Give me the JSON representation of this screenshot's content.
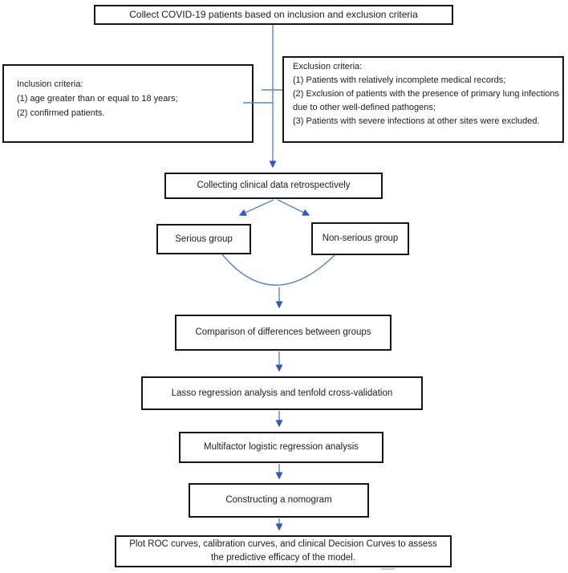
{
  "boxes": {
    "collect": {
      "text": "Collect COVID-19 patients based on inclusion and exclusion criteria"
    },
    "inclusion": {
      "title": "Inclusion criteria:",
      "items": [
        "(1) age greater than or equal to 18 years;",
        "(2) confirmed patients."
      ]
    },
    "exclusion": {
      "title": "Exclusion criteria:",
      "items": [
        "(1) Patients with relatively incomplete medical records;",
        "(2) Exclusion of patients with the presence of primary lung infections due to other well-defined pathogens;",
        "(3) Patients with severe infections at other sites were excluded."
      ]
    },
    "collecting": {
      "text": "Collecting clinical data retrospectively"
    },
    "serious": {
      "text": "Serious group"
    },
    "nonserious": {
      "text": "Non-serious group"
    },
    "comparison": {
      "text": "Comparison of differences between groups"
    },
    "lasso": {
      "text": "Lasso regression analysis and tenfold cross-validation"
    },
    "multifactor": {
      "text": "Multifactor logistic regression analysis"
    },
    "nomogram": {
      "text": "Constructing a nomogram"
    },
    "evaluation": {
      "text": "Plot ROC curves, calibration curves, and clinical Decision Curves to assess the predictive efficacy of the model."
    }
  },
  "colors": {
    "connector": "#5b82d1",
    "arrowhead": "#2e5bbb",
    "box_border": "#161616",
    "background": "#ffffff",
    "text": "#1c1c1c"
  }
}
